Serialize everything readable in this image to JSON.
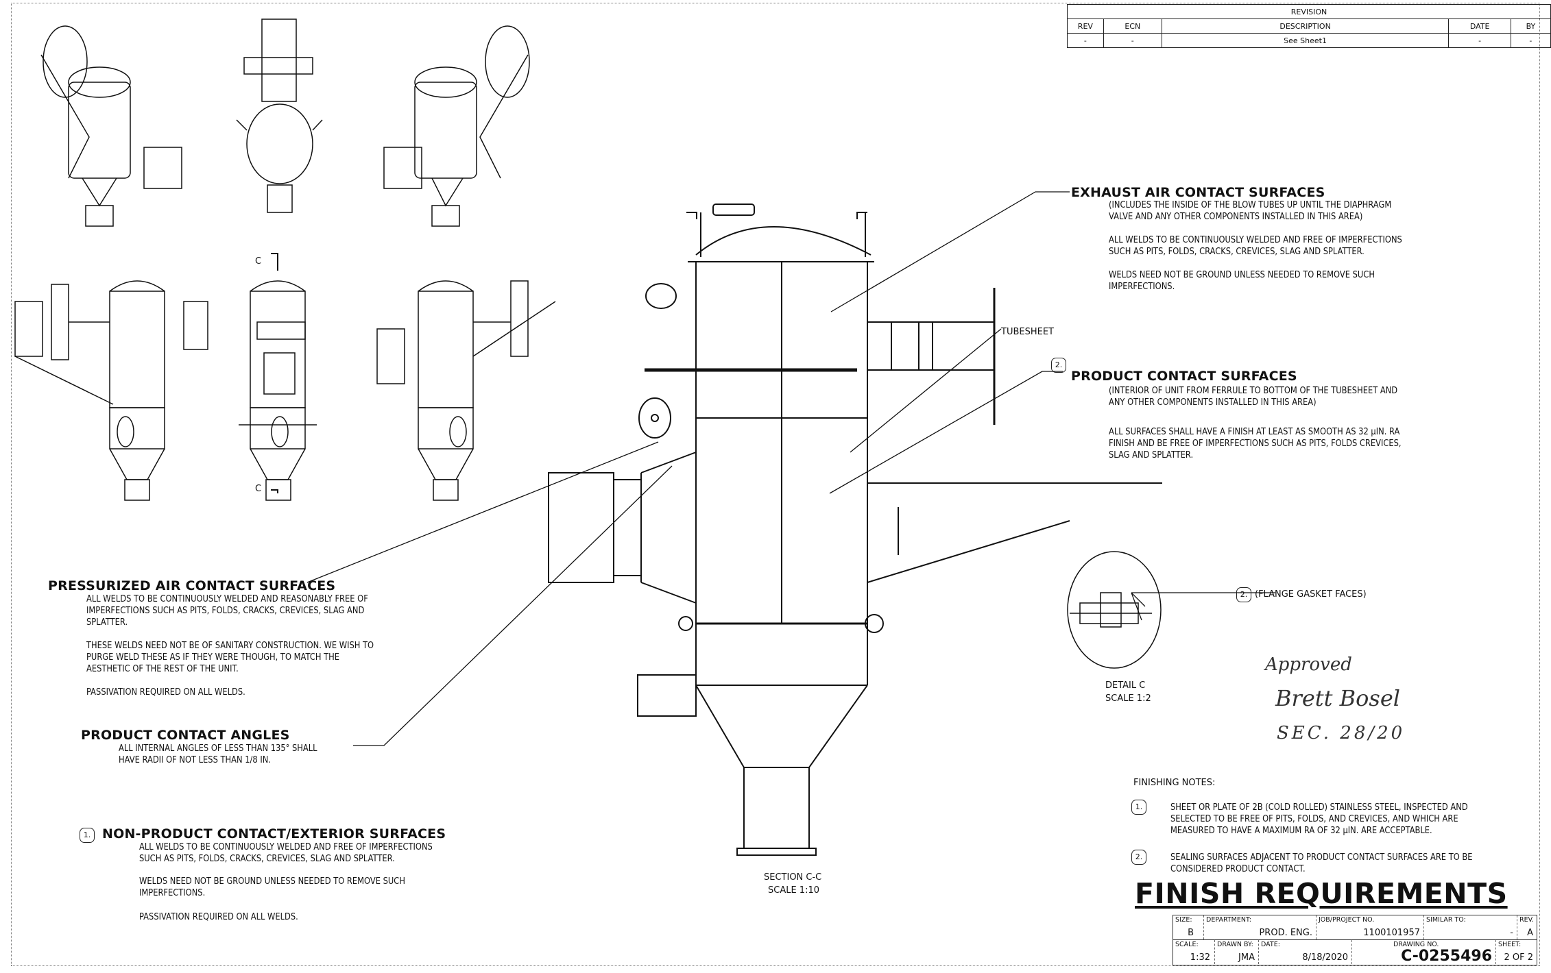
{
  "revision_block": {
    "title": "REVISION",
    "headers": [
      "REV",
      "ECN",
      "DESCRIPTION",
      "DATE",
      "BY"
    ],
    "rows": [
      [
        "-",
        "-",
        "See Sheet1",
        "-",
        "-"
      ]
    ]
  },
  "callouts": {
    "exhaust_air": {
      "heading": "EXHAUST AIR CONTACT SURFACES",
      "paragraphs": [
        "(INCLUDES THE INSIDE OF THE BLOW TUBES UP UNTIL THE DIAPHRAGM\nVALVE AND ANY OTHER COMPONENTS INSTALLED IN THIS AREA)",
        "ALL WELDS TO BE CONTINUOUSLY WELDED AND FREE OF IMPERFECTIONS\nSUCH AS PITS, FOLDS, CRACKS,  CREVICES, SLAG AND SPLATTER.",
        "WELDS NEED NOT BE GROUND UNLESS NEEDED TO REMOVE SUCH\nIMPERFECTIONS."
      ]
    },
    "tubesheet_label": "TUBESHEET",
    "product_contact": {
      "marker": "2.",
      "heading": "PRODUCT CONTACT SURFACES",
      "paragraphs": [
        "(INTERIOR OF UNIT FROM FERRULE TO BOTTOM OF THE TUBESHEET AND\nANY OTHER COMPONENTS INSTALLED IN THIS AREA)",
        "ALL SURFACES SHALL HAVE A FINISH AT LEAST AS SMOOTH AS 32 µIN. RA\nFINISH AND BE FREE OF IMPERFECTIONS SUCH AS PITS, FOLDS CREVICES,\nSLAG AND SPLATTER."
      ]
    },
    "pressurized_air": {
      "heading": "PRESSURIZED AIR CONTACT SURFACES",
      "paragraphs": [
        "ALL WELDS TO BE CONTINUOUSLY WELDED AND REASONABLY FREE OF\nIMPERFECTIONS SUCH AS PITS, FOLDS, CRACKS, CREVICES, SLAG AND\nSPLATTER.",
        "THESE WELDS NEED NOT BE OF SANITARY CONSTRUCTION.  WE WISH TO\nPURGE WELD THESE AS IF THEY WERE THOUGH, TO MATCH THE\nAESTHETIC OF THE REST OF THE UNIT.",
        "PASSIVATION REQUIRED ON ALL WELDS."
      ]
    },
    "product_angles": {
      "heading": "PRODUCT CONTACT ANGLES",
      "paragraphs": [
        "ALL INTERNAL ANGLES OF LESS THAN 135° SHALL\nHAVE RADII OF NOT LESS THAN 1/8 IN."
      ]
    },
    "non_product": {
      "marker": "1.",
      "heading": "NON-PRODUCT CONTACT/EXTERIOR SURFACES",
      "paragraphs": [
        "ALL WELDS TO BE CONTINUOUSLY WELDED AND FREE OF IMPERFECTIONS\nSUCH AS PITS, FOLDS, CRACKS, CREVICES, SLAG AND SPLATTER.",
        "WELDS NEED NOT BE GROUND UNLESS NEEDED TO REMOVE SUCH\nIMPERFECTIONS.",
        "PASSIVATION REQUIRED ON ALL WELDS."
      ]
    },
    "flange_gasket": {
      "marker": "2.",
      "label": "(FLANGE GASKET FACES)"
    }
  },
  "views": {
    "section_label": "SECTION C-C",
    "section_scale": "SCALE 1:10",
    "detail_label": "DETAIL C",
    "detail_scale": "SCALE 1:2",
    "cut_marker": "C"
  },
  "approval": {
    "line1": "Approved",
    "line2": "Brett Bosel",
    "line3": "SEC. 28/20"
  },
  "finishing_notes": {
    "title": "FINISHING NOTES:",
    "notes": [
      {
        "marker": "1.",
        "text": "SHEET OR PLATE OF 2B (COLD ROLLED) STAINLESS STEEL, INSPECTED AND\nSELECTED TO BE FREE OF PITS, FOLDS, AND CREVICES, AND WHICH ARE\nMEASURED TO HAVE A MAXIMUM RA OF 32 µIN. ARE ACCEPTABLE."
      },
      {
        "marker": "2.",
        "text": "SEALING SURFACES ADJACENT TO PRODUCT CONTACT SURFACES ARE TO BE\nCONSIDERED PRODUCT CONTACT."
      }
    ]
  },
  "title_block": {
    "title": "FINISH REQUIREMENTS",
    "size_label": "SIZE:",
    "size": "B",
    "department_label": "DEPARTMENT:",
    "department": "PROD. ENG.",
    "job_label": "JOB/PROJECT NO.",
    "job": "1100101957",
    "similar_label": "SIMILAR TO:",
    "similar": "-",
    "rev_label": "REV.",
    "rev": "A",
    "scale_label": "SCALE:",
    "scale": "1:32",
    "drawn_label": "DRAWN BY:",
    "drawn": "JMA",
    "date_label": "DATE:",
    "date": "8/18/2020",
    "drawing_label": "DRAWING NO.",
    "drawing": "C-0255496",
    "sheet_label": "SHEET:",
    "sheet": "2 OF 2"
  }
}
